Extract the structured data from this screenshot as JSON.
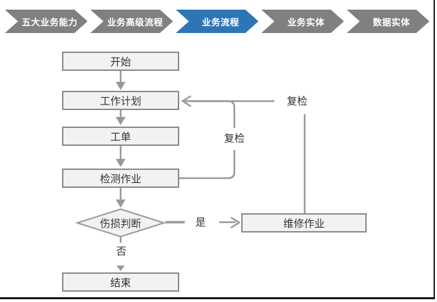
{
  "nav": {
    "items": [
      {
        "label": "五大业务能力",
        "active": false
      },
      {
        "label": "业务高级流程",
        "active": false
      },
      {
        "label": "业务流程",
        "active": true
      },
      {
        "label": "业务实体",
        "active": false
      },
      {
        "label": "数据实体",
        "active": false
      }
    ],
    "active_color": "#2E75B6",
    "inactive_color": "#808080"
  },
  "flowchart": {
    "nodes": {
      "start": {
        "label": "开始",
        "shape": "rect"
      },
      "plan": {
        "label": "工作计划",
        "shape": "rect"
      },
      "order": {
        "label": "工单",
        "shape": "rect"
      },
      "inspect": {
        "label": "检测作业",
        "shape": "rect"
      },
      "decision": {
        "label": "伤损判断",
        "shape": "diamond"
      },
      "repair": {
        "label": "维修作业",
        "shape": "rect"
      },
      "end": {
        "label": "结束",
        "shape": "rect"
      }
    },
    "edges": [
      {
        "from": "start",
        "to": "plan",
        "label": ""
      },
      {
        "from": "plan",
        "to": "order",
        "label": ""
      },
      {
        "from": "order",
        "to": "inspect",
        "label": ""
      },
      {
        "from": "inspect",
        "to": "decision",
        "label": ""
      },
      {
        "from": "decision",
        "to": "repair",
        "label": "是"
      },
      {
        "from": "decision",
        "to": "end",
        "label": "否"
      },
      {
        "from": "inspect",
        "to": "plan",
        "label": "复检"
      },
      {
        "from": "repair",
        "to": "plan",
        "label": "复检"
      }
    ],
    "colors": {
      "node_fill": "#F2F2F2",
      "node_border": "#8A8A8A",
      "connector": "#999999",
      "text": "#333333"
    }
  }
}
